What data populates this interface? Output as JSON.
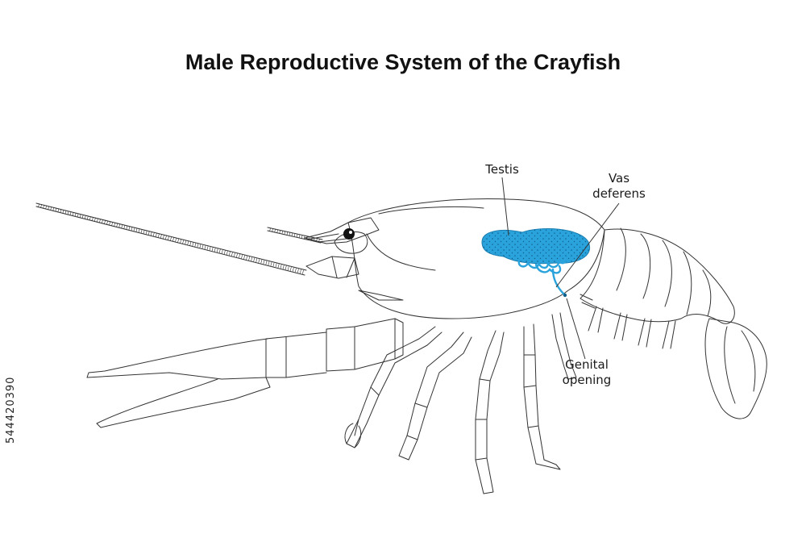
{
  "title": "Male Reproductive System of the Crayfish",
  "labels": {
    "testis": "Testis",
    "vas_deferens_line1": "Vas",
    "vas_deferens_line2": "deferens",
    "genital_line1": "Genital",
    "genital_line2": "opening"
  },
  "stock_id": "544420390",
  "colors": {
    "outline": "#333333",
    "organ": "#2aa3dc",
    "organ_dots": "#0e5f8a",
    "vas": "#2aa3dc",
    "background": "#ffffff"
  }
}
